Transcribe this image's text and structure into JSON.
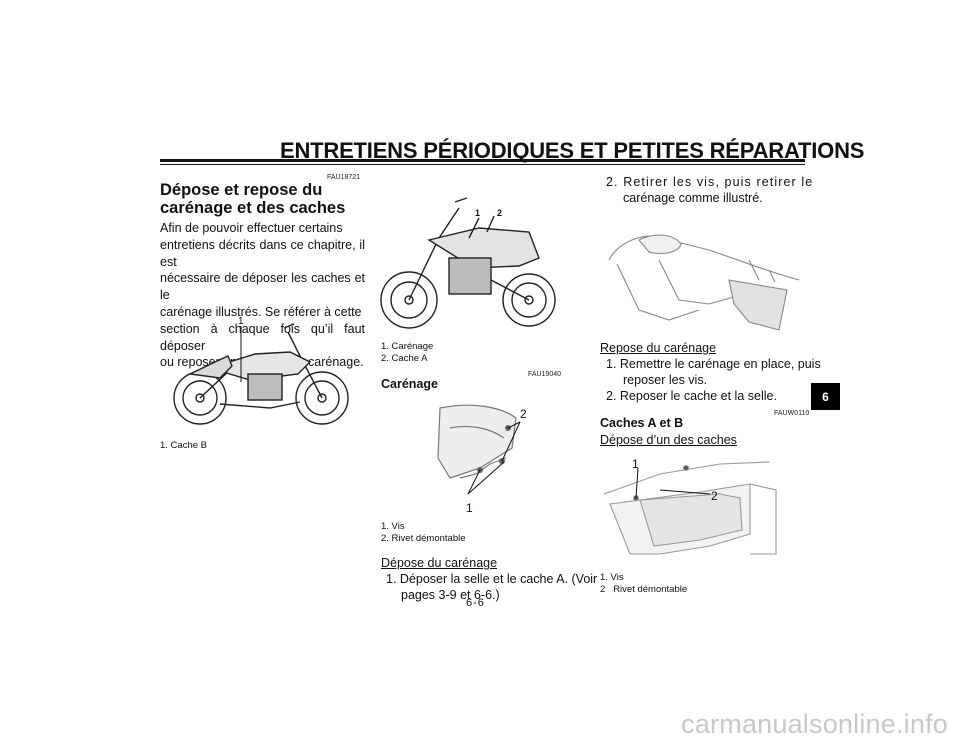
{
  "header": {
    "title": "ENTRETIENS PÉRIODIQUES ET PETITES RÉPARATIONS"
  },
  "side_tab": {
    "label": "6"
  },
  "page_number": "6-6",
  "watermark": "carmanualsonline.info",
  "col1": {
    "code": "FAU18721",
    "heading_line1": "Dépose et repose du",
    "heading_line2": "carénage et des caches",
    "para_lines": [
      "Afin de pouvoir effectuer certains",
      "entretiens décrits dans ce chapitre, il est",
      "nécessaire de déposer les caches et le",
      "carénage illustrés. Se référer à cette",
      "section à chaque fois qu’il faut déposer",
      "ou reposer un cache ou le carénage."
    ],
    "figure": {
      "callout": "1"
    },
    "caption": "1. Cache B"
  },
  "col2": {
    "figure1": {
      "callout1": "1",
      "callout2": "2"
    },
    "caption1": [
      "1. Carénage",
      "2. Cache A"
    ],
    "code": "FAU19040",
    "heading": "Carénage",
    "figure2": {
      "callout1": "1",
      "callout2": "2"
    },
    "caption2": [
      "1. Vis",
      "2. Rivet démontable"
    ],
    "subheading": "Dépose du carénage",
    "step1_line1": "1. Déposer la selle et le cache A. (Voir",
    "step1_line2": "pages 3-9 et 6-6.)"
  },
  "col3": {
    "step2_line1": "2. Retirer les vis, puis retirer le",
    "step2_line2": "carénage comme illustré.",
    "repose_heading": "Repose du carénage",
    "repose_step1_line1": "1. Remettre le carénage en place, puis",
    "repose_step1_line2": "reposer les vis.",
    "repose_step2": "2. Reposer le cache et la selle.",
    "code": "FAUW0110",
    "caches_heading": "Caches A et B",
    "depose_heading": "Dépose d’un des caches",
    "figure": {
      "callout1": "1",
      "callout2": "2"
    },
    "caption": [
      "1. Vis",
      "2   Rivet démontable"
    ]
  }
}
